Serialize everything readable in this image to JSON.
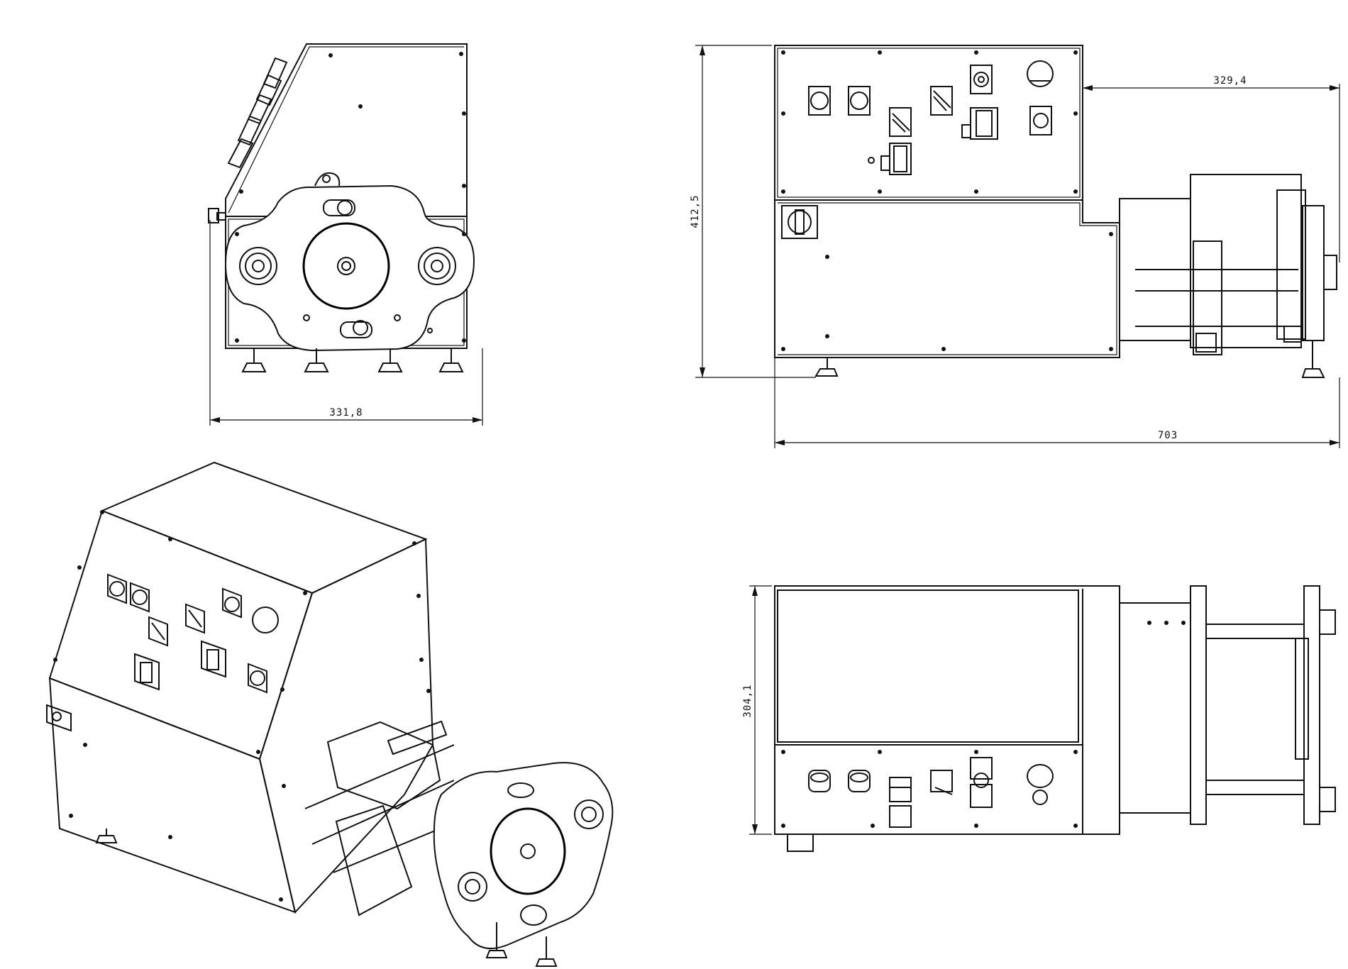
{
  "dimensions": {
    "side_width": "331,8",
    "front_height": "412,5",
    "front_extension": "329,4",
    "front_length": "703",
    "top_depth": "304,1"
  }
}
